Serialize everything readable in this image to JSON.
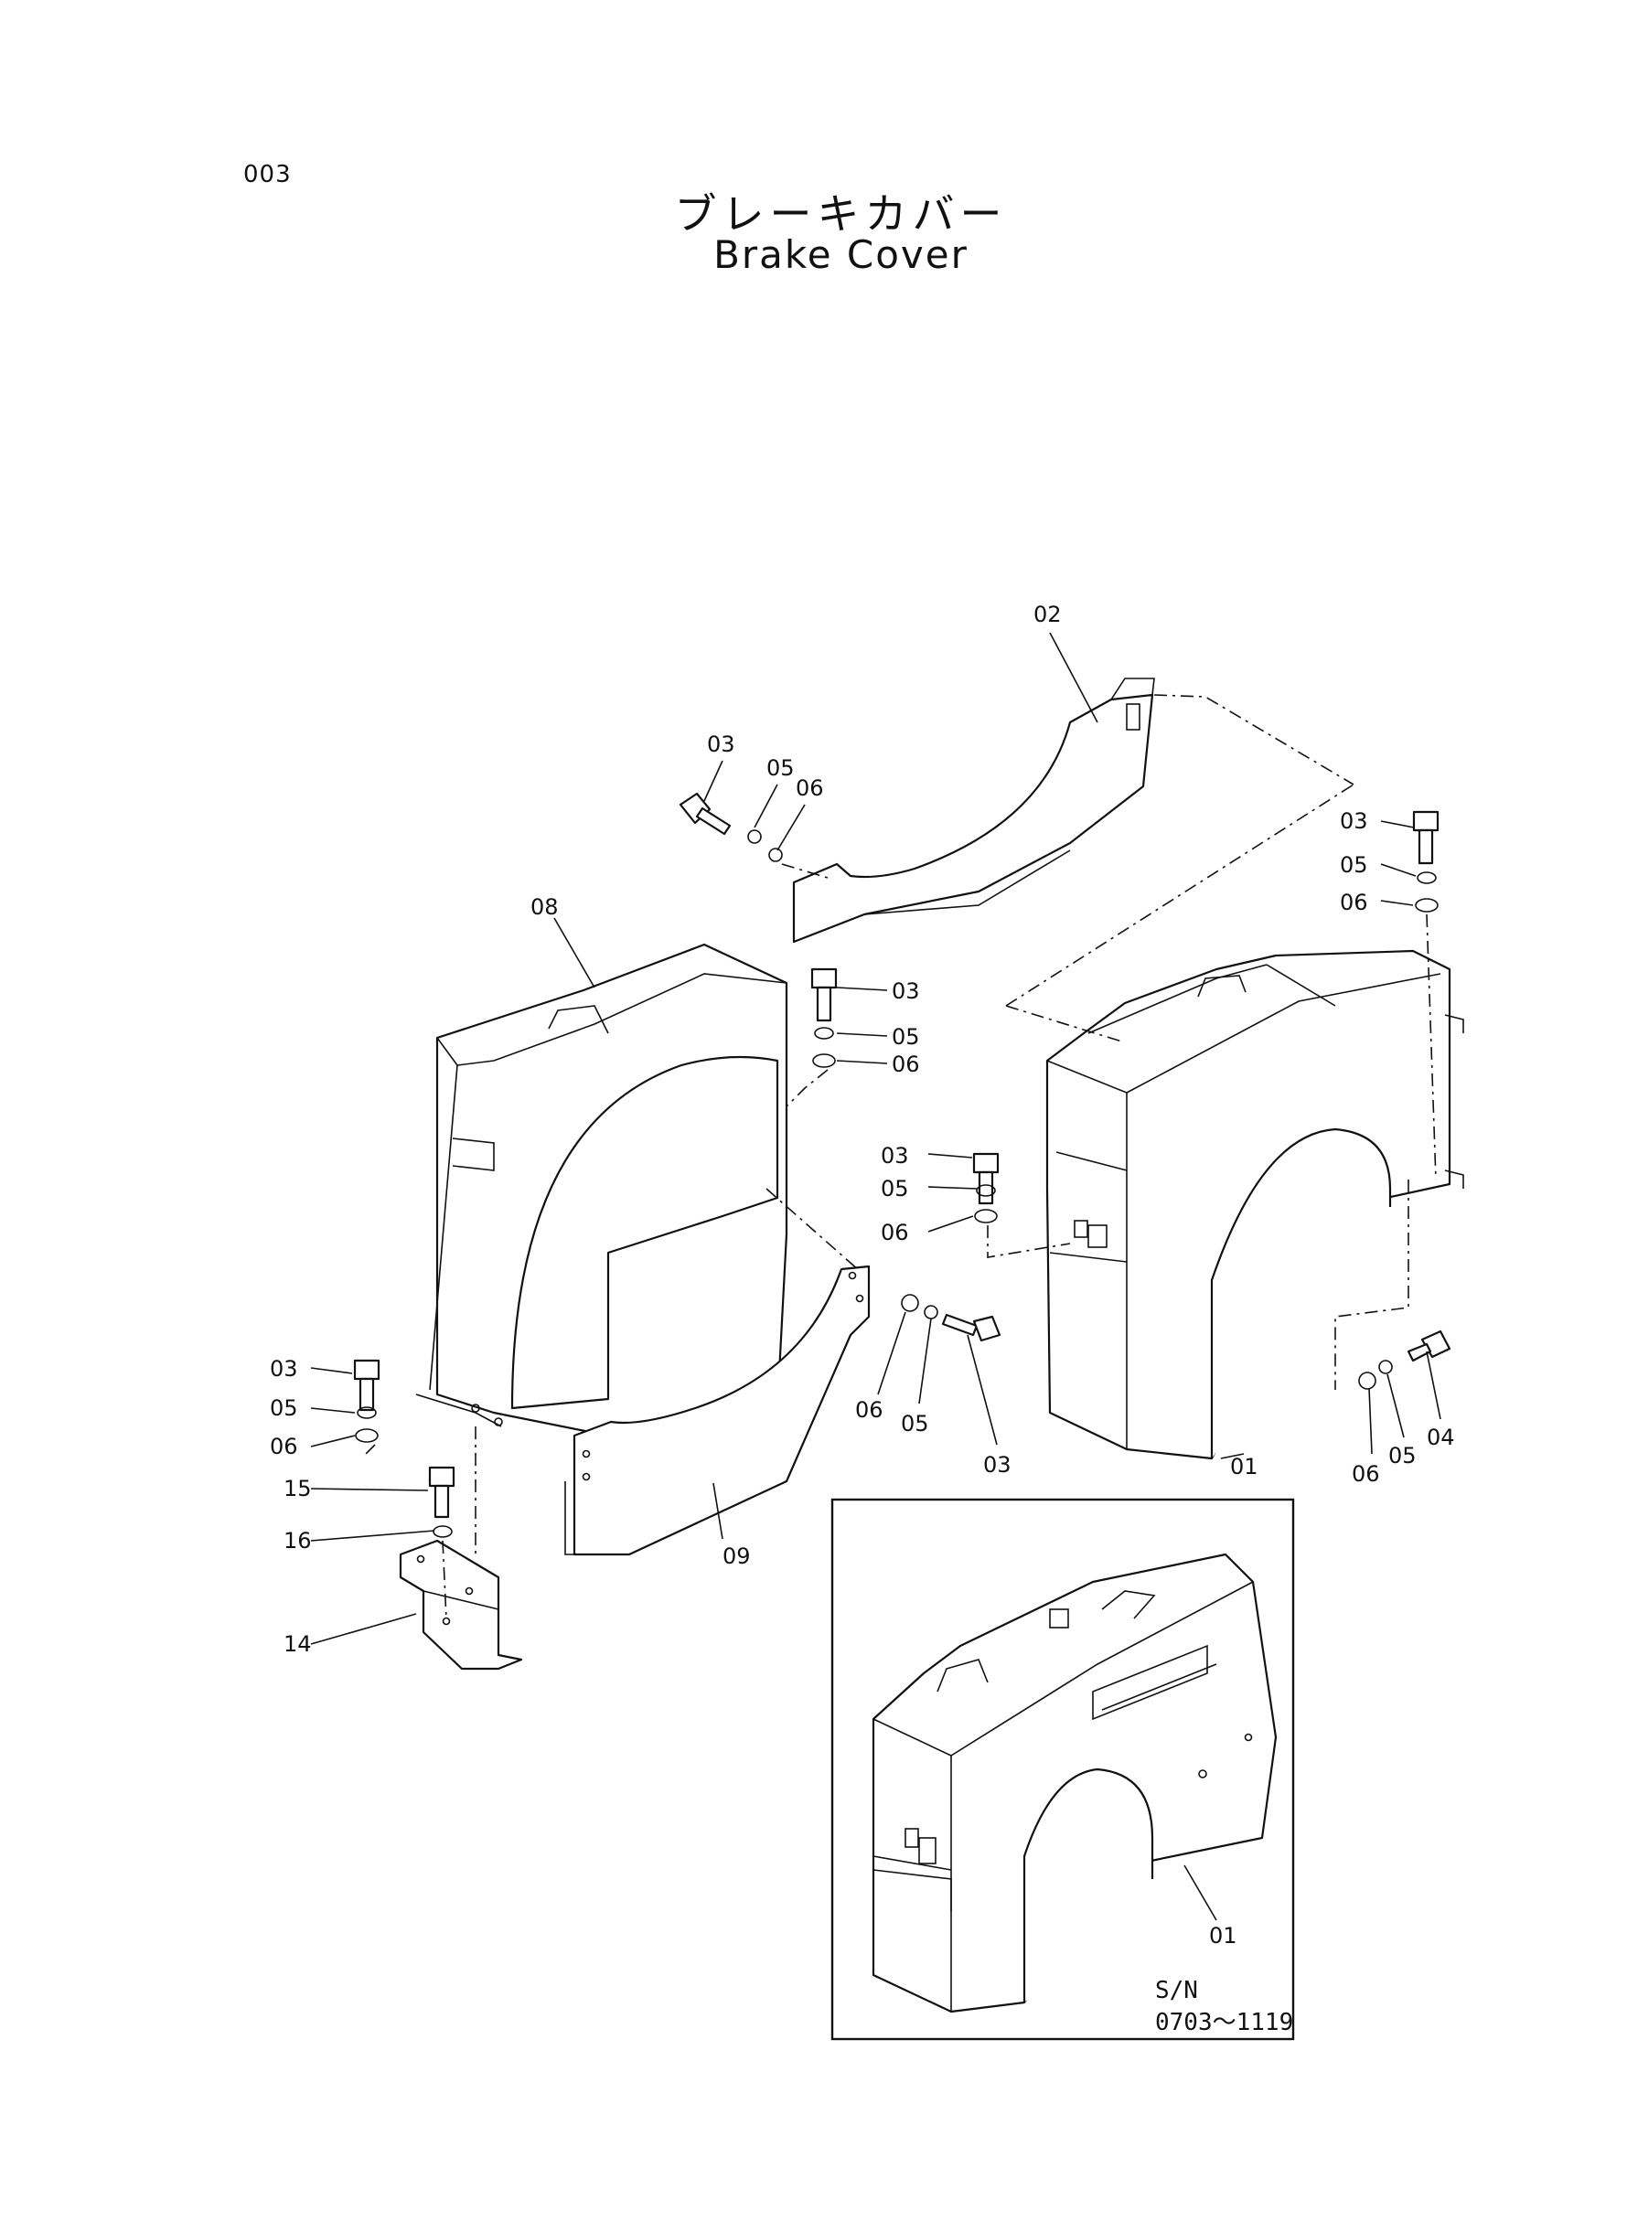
{
  "page": {
    "number": "003"
  },
  "title": {
    "japanese": "ブレーキカバー",
    "english": "Brake Cover"
  },
  "callouts": [
    {
      "id": "c02",
      "label": "02"
    },
    {
      "id": "c03a",
      "label": "03"
    },
    {
      "id": "c05a",
      "label": "05"
    },
    {
      "id": "c06a",
      "label": "06"
    },
    {
      "id": "c03b",
      "label": "03"
    },
    {
      "id": "c05b",
      "label": "05"
    },
    {
      "id": "c06b",
      "label": "06"
    },
    {
      "id": "c08",
      "label": "08"
    },
    {
      "id": "c03c",
      "label": "03"
    },
    {
      "id": "c05c",
      "label": "05"
    },
    {
      "id": "c06c",
      "label": "06"
    },
    {
      "id": "c03d",
      "label": "03"
    },
    {
      "id": "c05d",
      "label": "05"
    },
    {
      "id": "c06d",
      "label": "06"
    },
    {
      "id": "c06e",
      "label": "06"
    },
    {
      "id": "c05e",
      "label": "05"
    },
    {
      "id": "c03e",
      "label": "03"
    },
    {
      "id": "c01a",
      "label": "01"
    },
    {
      "id": "c06f",
      "label": "06"
    },
    {
      "id": "c05f",
      "label": "05"
    },
    {
      "id": "c04",
      "label": "04"
    },
    {
      "id": "c03g",
      "label": "03"
    },
    {
      "id": "c05g",
      "label": "05"
    },
    {
      "id": "c06g",
      "label": "06"
    },
    {
      "id": "c15",
      "label": "15"
    },
    {
      "id": "c16",
      "label": "16"
    },
    {
      "id": "c14",
      "label": "14"
    },
    {
      "id": "c09",
      "label": "09"
    },
    {
      "id": "c01b",
      "label": "01"
    }
  ],
  "inset": {
    "serial_label": "S/N",
    "serial_range": "0703～1119"
  }
}
